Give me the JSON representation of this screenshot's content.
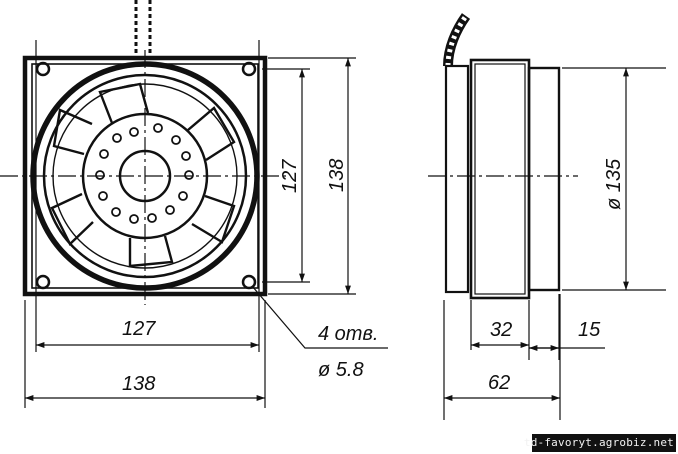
{
  "front_view": {
    "dim_inner_width": "127",
    "dim_outer_width": "138",
    "dim_inner_height": "127",
    "dim_outer_height": "138",
    "hole_count_note": "4 отв.",
    "hole_diameter_note": "ø 5.8"
  },
  "side_view": {
    "dim_diameter": "ø 135",
    "dim_body": "32",
    "dim_flange": "15",
    "dim_total_depth": "62"
  },
  "watermark": "td-favoryt.agrobiz.net",
  "colors": {
    "ink": "#111111",
    "paper": "#ffffff"
  }
}
